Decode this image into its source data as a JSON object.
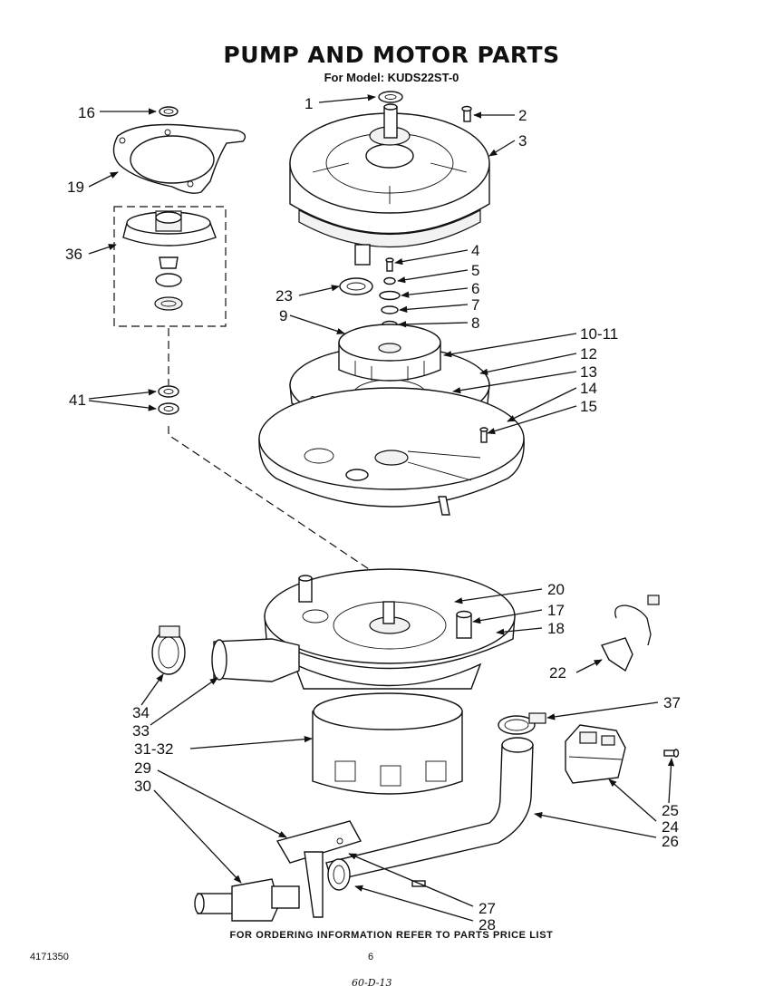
{
  "title": "PUMP AND MOTOR PARTS",
  "subtitle": "For Model: KUDS22ST-0",
  "footer_note": "FOR ORDERING INFORMATION REFER TO PARTS PRICE LIST",
  "doc_number": "4171350",
  "page_number": "6",
  "handwritten_note": "60-D-13",
  "callouts": [
    "16",
    "19",
    "36",
    "41",
    "1",
    "2",
    "3",
    "4",
    "5",
    "6",
    "7",
    "8",
    "9",
    "23",
    "10-11",
    "12",
    "13",
    "14",
    "15",
    "20",
    "17",
    "18",
    "22",
    "34",
    "33",
    "31-32",
    "29",
    "30",
    "37",
    "25",
    "24",
    "26",
    "27",
    "28"
  ]
}
